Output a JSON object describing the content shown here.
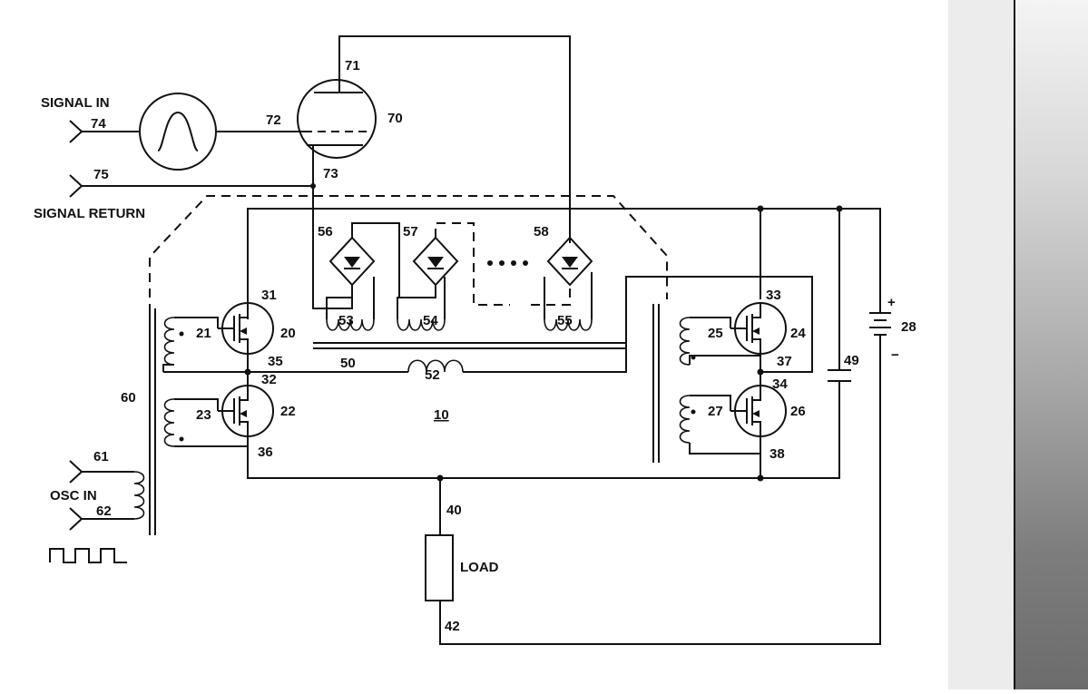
{
  "labels": {
    "signal_in": "SIGNAL IN",
    "signal_return": "SIGNAL RETURN",
    "osc_in": "OSC IN",
    "load": "LOAD",
    "plus": "+",
    "minus": "−",
    "n10": "10",
    "n20": "20",
    "n21": "21",
    "n22": "22",
    "n23": "23",
    "n24": "24",
    "n25": "25",
    "n26": "26",
    "n27": "27",
    "n28": "28",
    "n31": "31",
    "n32": "32",
    "n33": "33",
    "n34": "34",
    "n35": "35",
    "n36": "36",
    "n37": "37",
    "n38": "38",
    "n40": "40",
    "n42": "42",
    "n49": "49",
    "n50": "50",
    "n52": "52",
    "n53": "53",
    "n54": "54",
    "n55": "55",
    "n56": "56",
    "n57": "57",
    "n58": "58",
    "n60": "60",
    "n61": "61",
    "n62": "62",
    "n70": "70",
    "n71": "71",
    "n72": "72",
    "n73": "73",
    "n74": "74",
    "n75": "75"
  }
}
